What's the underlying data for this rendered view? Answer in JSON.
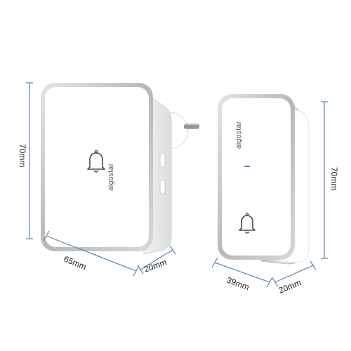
{
  "colors": {
    "dimension_line": "#5b84b1",
    "dimension_text": "#1f1f1f",
    "device_body": "#ffffff",
    "device_shadow": "#e4e4e4",
    "chrome_bezel": "#c9c9c9",
    "chrome_dark": "#9a9a9a",
    "indicator": "#3a7bd5",
    "logo": "#4a4a4a"
  },
  "receiver": {
    "logo": "aigostar",
    "icon": "bell-icon",
    "height_label": "70mm",
    "width_label": "65mm",
    "depth_label": "20mm"
  },
  "button_unit": {
    "logo": "aigostar",
    "icon": "bell-icon",
    "height_label": "70mm",
    "width_label": "39mm",
    "depth_label": "20mm"
  }
}
